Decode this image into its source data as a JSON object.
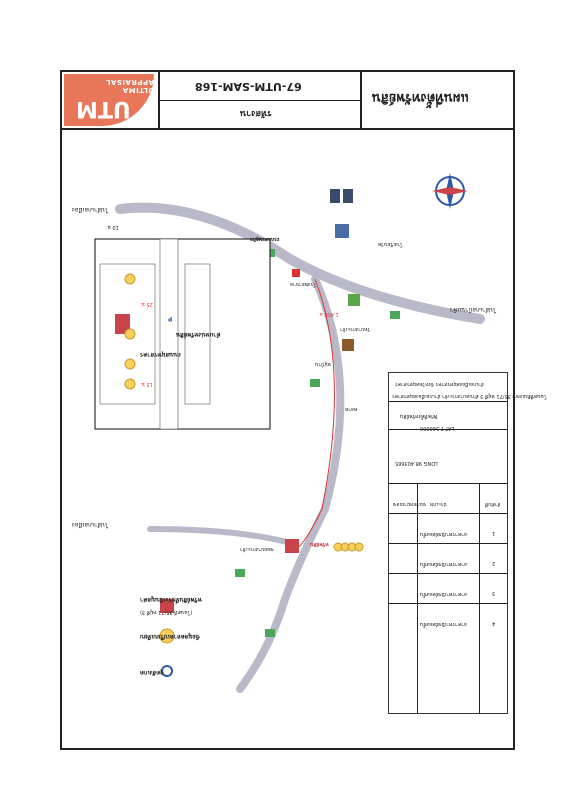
{
  "header": {
    "title": "แผนที่ตั้งทรัพย์สิน",
    "job_label": "รหัสงาน",
    "job_code": "67-UTM-SAM-168"
  },
  "logo": {
    "main": "UTM",
    "sub": "ULTIMA APPRAISAL"
  },
  "info_table": {
    "row1": "ที่ตั้ง",
    "land_label": "โฉนดที่ดินเลขที่ 35/71 หมู่ที่ 3 ตำบลบางกระเจ้า อำเภอเมืองสมุทรสาคร",
    "district": "อำเภอเมืองสมุทรสาคร จังหวัดสมุทรสาคร",
    "coord_header": "พิกัดที่ตั้งทรัพย์สิน",
    "lat": "LAT 7.566000",
    "long": "LONG 98.403665",
    "col_no": "ลำดับที่",
    "col_type": "ประเภท",
    "col_area": "พื้นที่ (ตร.ว.)",
    "col_sides": "ขนาดหมายเลข",
    "rows": [
      {
        "no": "1",
        "type": "อาคารพาณิชย์สองชั้น"
      },
      {
        "no": "2",
        "type": "อาคารพาณิชย์สองชั้น"
      },
      {
        "no": "3",
        "type": "อาคารพาณิชย์สองชั้น"
      },
      {
        "no": "4",
        "type": "อาคารพาณิชย์สองชั้น"
      }
    ]
  },
  "map": {
    "labels": {
      "top_left_road": "ไปอำเภอเมือง",
      "top_right_road": "ไปอำเภอบ้านแพ้ว",
      "bottom_left_road": "ไปอำเภอเมือง",
      "road_main": "ถนนเศรษฐกิจ",
      "hospital": "โรงพยาบาล",
      "school": "โรงเรียนวัด",
      "temple": "วัดบางกระเจ้า",
      "market": "ตลาด",
      "village": "หมู่บ้าน",
      "subject": "ทรัพย์สิน",
      "sub_road": "ซอยบางกระเจ้า",
      "distance1": "1,450 ม.",
      "distance2": "10 ม."
    }
  },
  "inset": {
    "title": "ตำแหน่งทรัพย์สิน",
    "road_name": "ถนนสมุทรสาคร",
    "dist_a": "25 ม.",
    "dist_b": "15 ม.",
    "parking_label": "P"
  },
  "legend": {
    "subject_label": "ทรัพย์สินที่ประเมินมูลค่า",
    "subject_note": "(โฉนดที่ 35/71 หมู่ที่ 3)",
    "comp_label": "ข้อมูลตลาดเปรียบเทียบ",
    "poi_label": "จุดสังเกต"
  },
  "colors": {
    "road": "#b9b9c9",
    "subject": "#c8434a",
    "comparable": "#f7cf59",
    "pin": "#2c5aa8",
    "logo": "#e8775a"
  }
}
